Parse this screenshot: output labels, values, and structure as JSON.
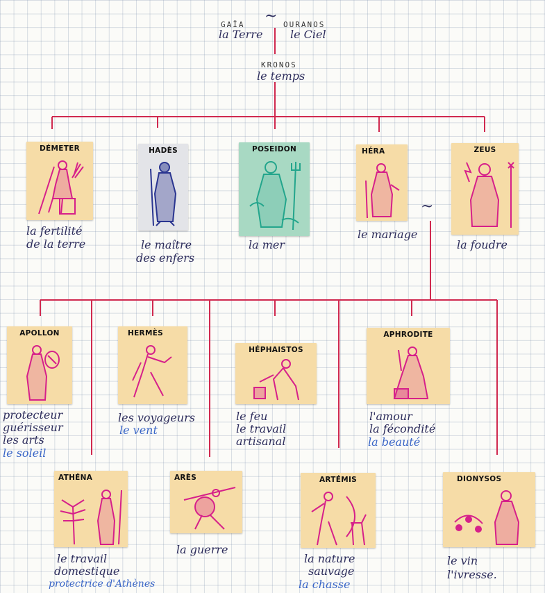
{
  "parents": {
    "gaia": "GAÏA",
    "gaia_meaning": "la Terre",
    "tilde": "~",
    "ouranos": "OURANOS",
    "ouranos_meaning": "le Ciel"
  },
  "kronos": {
    "name": "KRONOS",
    "meaning": "le temps"
  },
  "generation1": [
    {
      "name": "DÉMETER",
      "lines": [
        "la fertilité",
        "de la terre"
      ]
    },
    {
      "name": "HADÈS",
      "lines": [
        "le maître",
        "des enfers"
      ]
    },
    {
      "name": "POSEIDON",
      "lines": [
        "la mer"
      ]
    },
    {
      "name": "HÉRA",
      "lines": [
        "le mariage"
      ]
    },
    {
      "name": "ZEUS",
      "lines": [
        "la foudre"
      ]
    }
  ],
  "marriage_tilde": "~",
  "children_row1": [
    {
      "name": "APOLLON",
      "lines": [
        "protecteur",
        "guérisseur",
        "les arts"
      ],
      "blue": "le soleil"
    },
    {
      "name": "HERMÈS",
      "lines": [
        "les voyageurs"
      ],
      "blue": "le vent"
    },
    {
      "name": "HÉPHAISTOS",
      "lines": [
        "le feu",
        "le travail",
        "artisanal"
      ]
    },
    {
      "name": "APHRODITE",
      "lines": [
        "l'amour",
        "la fécondité"
      ],
      "blue": "la beauté"
    }
  ],
  "children_row2": [
    {
      "name": "ATHÉNA",
      "lines": [
        "le travail",
        "domestique"
      ],
      "blue": "protectrice d'Athènes"
    },
    {
      "name": "ARÈS",
      "lines": [
        "la guerre"
      ]
    },
    {
      "name": "ARTÉMIS",
      "lines": [
        "la nature",
        "sauvage"
      ],
      "blue": "la chasse"
    },
    {
      "name": "DIONYSOS",
      "lines": [
        "le vin",
        "l'ivresse."
      ]
    }
  ],
  "colors": {
    "line": "#d0294f",
    "ink": "#2d2d5c",
    "blue_ink": "#3a66c7",
    "magenta": "#d6208a",
    "navy": "#2a3590",
    "teal": "#23a58c"
  }
}
